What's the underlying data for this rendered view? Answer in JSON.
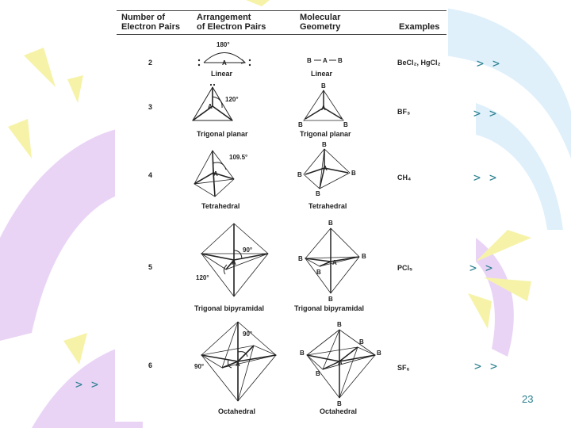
{
  "table": {
    "headers": {
      "pairs": "Number of\nElectron Pairs",
      "arrangement": "Arrangement\nof Electron Pairs",
      "geometry": "Molecular\nGeometry",
      "examples": "Examples"
    },
    "rows": [
      {
        "pairs": "2",
        "arrangement": "Linear",
        "geometry": "Linear",
        "example": "BeCl₂, HgCl₂",
        "angles": [
          "180°"
        ]
      },
      {
        "pairs": "3",
        "arrangement": "Trigonal planar",
        "geometry": "Trigonal planar",
        "example": "BF₃",
        "angles": [
          "120°"
        ]
      },
      {
        "pairs": "4",
        "arrangement": "Tetrahedral",
        "geometry": "Tetrahedral",
        "example": "CH₄",
        "angles": [
          "109.5°"
        ]
      },
      {
        "pairs": "5",
        "arrangement": "Trigonal bipyramidal",
        "geometry": "Trigonal bipyramidal",
        "example": "PCl₅",
        "angles": [
          "90°",
          "120°"
        ]
      },
      {
        "pairs": "6",
        "arrangement": "Octahedral",
        "geometry": "Octahedral",
        "example": "SF₆",
        "angles": [
          "90°",
          "90°"
        ]
      }
    ],
    "atoms": {
      "central": "A",
      "bonded": "B"
    }
  },
  "links": [
    "> >",
    "> >",
    "> >",
    "> >",
    "> >",
    "> >"
  ],
  "slide_number": "23",
  "colors": {
    "accent": "#2a7f8f",
    "swirl_yellow": "#f6f3a8",
    "swirl_purple": "#ead4f6",
    "swirl_blue": "#dff0fb"
  }
}
